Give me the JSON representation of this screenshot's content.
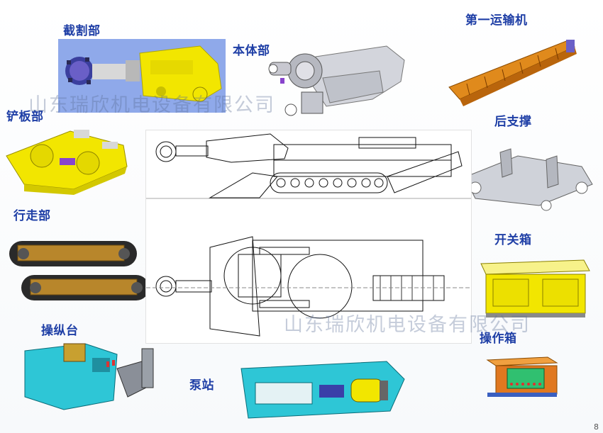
{
  "labels": {
    "cutting": "截割部",
    "body": "本体部",
    "conveyor": "第一运输机",
    "shovel": "铲板部",
    "rear_support": "后支撑",
    "walking": "行走部",
    "switch_box": "开关箱",
    "console": "操纵台",
    "operation_box": "操作箱",
    "pump_station": "泵站"
  },
  "watermarks": {
    "top": "山东瑞欣机电设备有限公司",
    "bottom": "山东瑞欣机电设备有限公司"
  },
  "page_number": "8",
  "colors": {
    "label": "#1f3fa6",
    "yellow": "#f2e600",
    "orange": "#e08a1c",
    "cyan": "#2ec6d6",
    "gray": "#c9ccd3",
    "brown": "#b8862b",
    "blue_bg": "#8aa8e8"
  }
}
